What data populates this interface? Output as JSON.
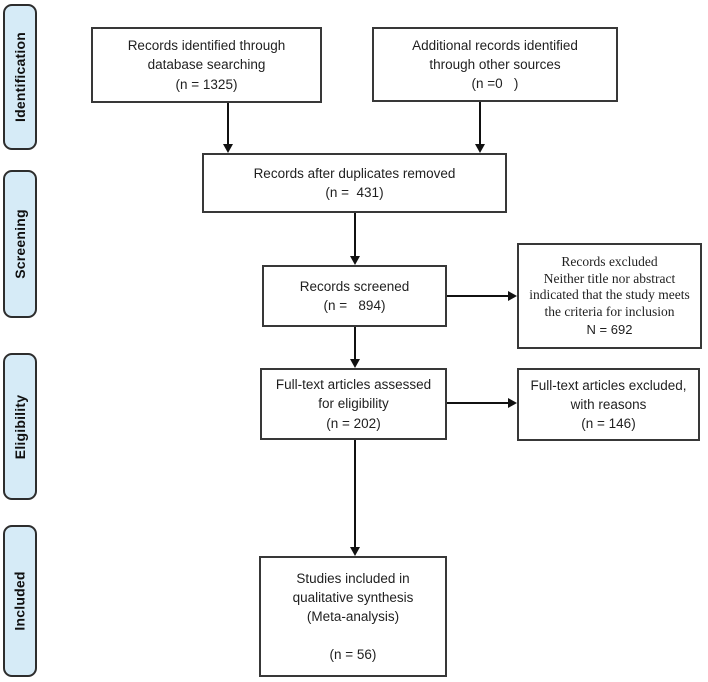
{
  "diagram": {
    "stages": [
      {
        "label": "Identification"
      },
      {
        "label": "Screening"
      },
      {
        "label": "Eligibility"
      },
      {
        "label": "Included"
      }
    ],
    "boxes": {
      "identified_db": "Records identified through\ndatabase searching\n(n = 1325)",
      "identified_other": "Additional records identified\nthrough other sources\n(n =0   )",
      "duplicates_removed": "Records after duplicates removed\n(n =  431)",
      "screened": "Records screened\n(n =   894)",
      "excluded_body": "Records excluded\nNeither title nor abstract\nindicated that the study meets\nthe criteria for inclusion",
      "excluded_count": "N = 692",
      "fulltext_assessed": "Full-text articles assessed\nfor eligibility\n(n = 202)",
      "fulltext_excluded": "Full-text articles excluded,\nwith reasons\n(n = 146)",
      "included_synthesis": "Studies included in\nqualitative synthesis\n(Meta-analysis)\n\n(n = 56)"
    },
    "colors": {
      "stage_fill": "#d6ebf7",
      "stage_border": "#2d2d2d",
      "box_border": "#383838",
      "arrow": "#111111"
    }
  }
}
